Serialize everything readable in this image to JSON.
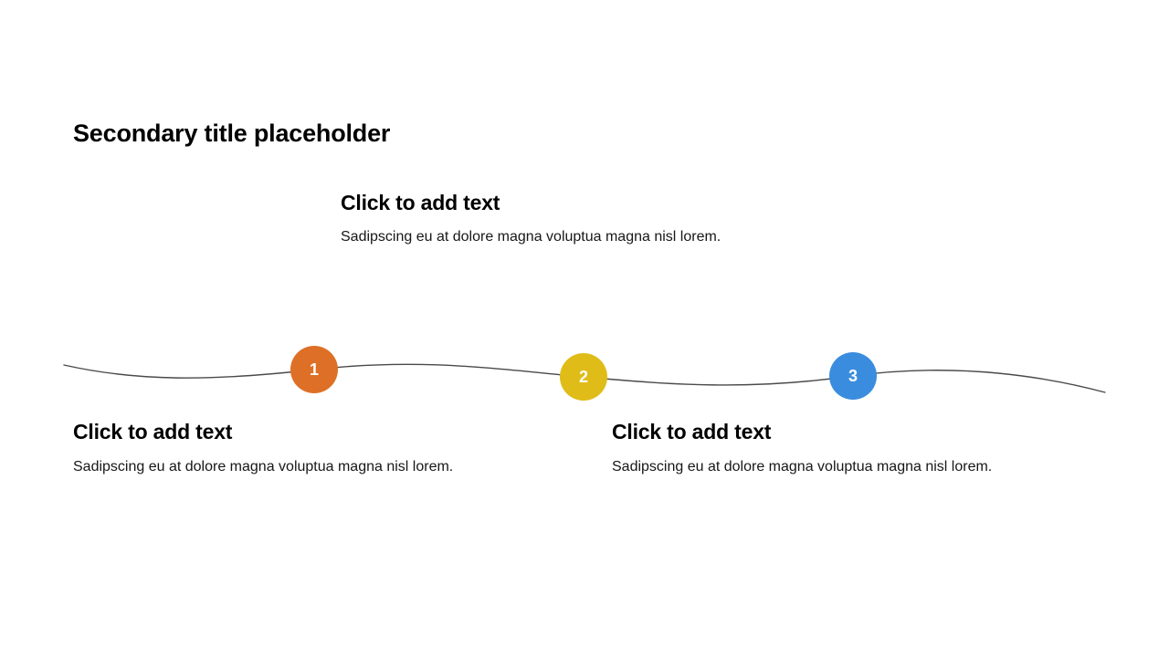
{
  "slide": {
    "background_color": "#ffffff",
    "title": "Secondary title placeholder"
  },
  "text_blocks": [
    {
      "id": "top",
      "heading": "Click to add text",
      "body": "Sadipscing eu at dolore magna voluptua magna nisl lorem."
    },
    {
      "id": "bottom-left",
      "heading": "Click to add text",
      "body": "Sadipscing eu at dolore magna voluptua magna nisl lorem."
    },
    {
      "id": "bottom-right",
      "heading": "Click to add text",
      "body": "Sadipscing eu at dolore magna voluptua magna nisl lorem."
    }
  ],
  "timeline": {
    "line_color": "#4a4a4a",
    "steps": [
      {
        "number": "1",
        "color": "#dd7026"
      },
      {
        "number": "2",
        "color": "#e0bc18"
      },
      {
        "number": "3",
        "color": "#3a8dde"
      }
    ]
  }
}
